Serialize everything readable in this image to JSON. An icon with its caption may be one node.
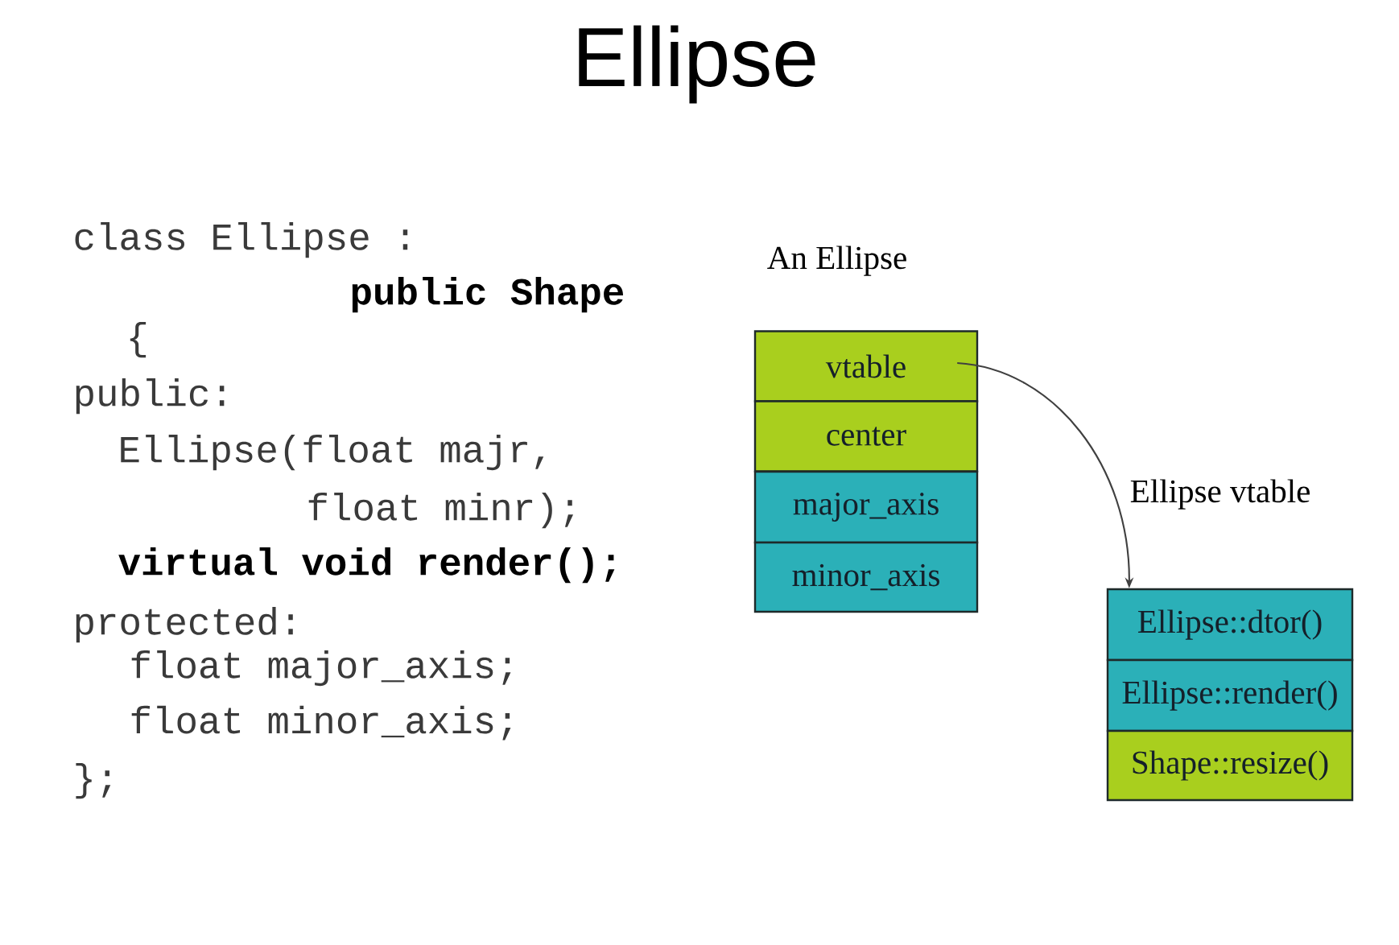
{
  "diagram": {
    "title": "Ellipse",
    "nodes": [
      {
        "text": [
          "vtable"
        ]
      },
      {
        "text": [
          "center"
        ]
      },
      {
        "text": [
          "major_axis"
        ]
      },
      {
        "text": [
          "minor_axis"
        ]
      },
      {
        "text": [
          "Ellipse::dtor()"
        ]
      },
      {
        "text": [
          "Ellipse::render()"
        ]
      },
      {
        "text": [
          "Shape::resize()"
        ]
      }
    ],
    "edges": [
      {
        "from": 0,
        "to": 4,
        "arrow": "to"
      }
    ],
    "labels": [
      "class Ellipse :",
      "public Shape",
      "{",
      "public:",
      "Ellipse(float majr,",
      "float minr);",
      "virtual void render();",
      "protected:",
      "float major_axis;",
      "float minor_axis;",
      "};",
      "An Ellipse",
      "Ellipse vtable"
    ]
  }
}
